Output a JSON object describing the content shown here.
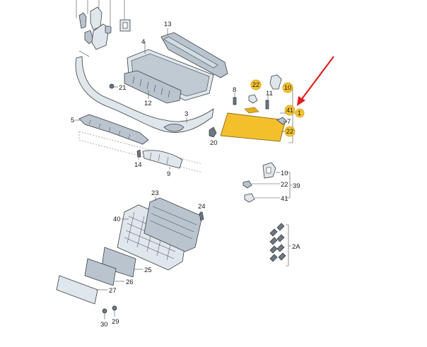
{
  "diagram": {
    "labels": [
      {
        "key": "p13",
        "text": "13"
      },
      {
        "key": "p4",
        "text": "4"
      },
      {
        "key": "p21",
        "text": "21"
      },
      {
        "key": "p12",
        "text": "12"
      },
      {
        "key": "p5",
        "text": "5"
      },
      {
        "key": "p3",
        "text": "3"
      },
      {
        "key": "p20",
        "text": "20"
      },
      {
        "key": "p14",
        "text": "14"
      },
      {
        "key": "p9",
        "text": "9"
      },
      {
        "key": "p8",
        "text": "8"
      },
      {
        "key": "p22a",
        "text": "22"
      },
      {
        "key": "p10a",
        "text": "10"
      },
      {
        "key": "p11",
        "text": "11"
      },
      {
        "key": "p41a",
        "text": "41"
      },
      {
        "key": "p1",
        "text": "1"
      },
      {
        "key": "p7",
        "text": "7"
      },
      {
        "key": "p22b",
        "text": "22"
      },
      {
        "key": "p10b",
        "text": "10"
      },
      {
        "key": "p22c",
        "text": "22"
      },
      {
        "key": "p39",
        "text": "39"
      },
      {
        "key": "p41b",
        "text": "41"
      },
      {
        "key": "p2A",
        "text": "2A"
      },
      {
        "key": "p23",
        "text": "23"
      },
      {
        "key": "p24",
        "text": "24"
      },
      {
        "key": "p40",
        "text": "40"
      },
      {
        "key": "p25",
        "text": "25"
      },
      {
        "key": "p26",
        "text": "26"
      },
      {
        "key": "p27",
        "text": "27"
      },
      {
        "key": "p29",
        "text": "29"
      },
      {
        "key": "p30",
        "text": "30"
      }
    ],
    "highlighted_callouts": [
      "22",
      "10",
      "41",
      "1",
      "22"
    ],
    "colors": {
      "highlight": "#f4c430",
      "highlighted_part": "#f3c02c",
      "arrow": "#e02020",
      "part_fill": "#dfe6ec"
    }
  }
}
